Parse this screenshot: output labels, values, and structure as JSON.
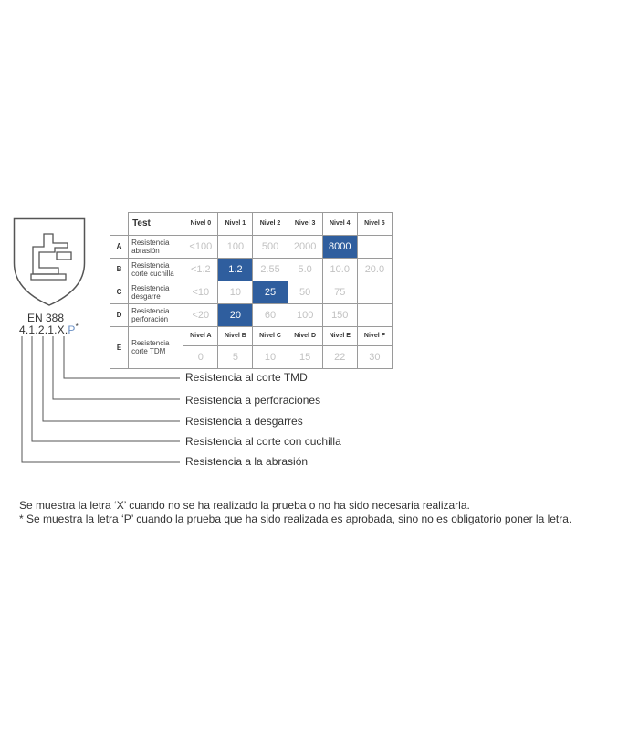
{
  "standard": {
    "name": "EN 388",
    "code_main": "4.1.2.1.X.",
    "code_p": "P",
    "code_mark": "*"
  },
  "table": {
    "header_test": "Test",
    "level_headers": [
      "Nivel 0",
      "Nivel 1",
      "Nivel 2",
      "Nivel 3",
      "Nivel 4",
      "Nivel 5"
    ],
    "rows": [
      {
        "letter": "A",
        "name_line1": "Resistencia",
        "name_line2": "abrasión",
        "values": [
          "<100",
          "100",
          "500",
          "2000",
          "8000",
          ""
        ],
        "highlight_index": 4
      },
      {
        "letter": "B",
        "name_line1": "Resistencia",
        "name_line2": "corte cuchilla",
        "values": [
          "<1.2",
          "1.2",
          "2.55",
          "5.0",
          "10.0",
          "20.0"
        ],
        "highlight_index": 1
      },
      {
        "letter": "C",
        "name_line1": "Resistencia",
        "name_line2": "desgarre",
        "values": [
          "<10",
          "10",
          "25",
          "50",
          "75",
          ""
        ],
        "highlight_index": 2
      },
      {
        "letter": "D",
        "name_line1": "Resistencia",
        "name_line2": "perforación",
        "values": [
          "<20",
          "20",
          "60",
          "100",
          "150",
          ""
        ],
        "highlight_index": 1
      }
    ],
    "row_e": {
      "letter": "E",
      "name_line1": "Resistencia",
      "name_line2": "corte TDM",
      "level_headers": [
        "Nivel A",
        "Nivel B",
        "Nivel C",
        "Nivel D",
        "Nivel E",
        "Nivel F"
      ],
      "values": [
        "0",
        "5",
        "10",
        "15",
        "22",
        "30"
      ]
    }
  },
  "legend": [
    "Resistencia al corte TMD",
    "Resistencia a perforaciones",
    "Resistencia a desgarres",
    "Resistencia al corte con cuchilla",
    "Resistencia a la abrasión"
  ],
  "notes": [
    "Se muestra la letra ‘X’ cuando no se ha realizado la prueba o no ha sido necesaria realizarla.",
    "* Se muestra la letra ‘P’ cuando la prueba que ha sido realizada es aprobada, sino no es obligatorio poner la letra."
  ],
  "colors": {
    "highlight": "#2f5e9e",
    "text": "#333333",
    "muted_value": "#c2c2c2",
    "p_letter": "#6a8fc4"
  },
  "icons": {
    "shield": "shield-hand-icon"
  }
}
